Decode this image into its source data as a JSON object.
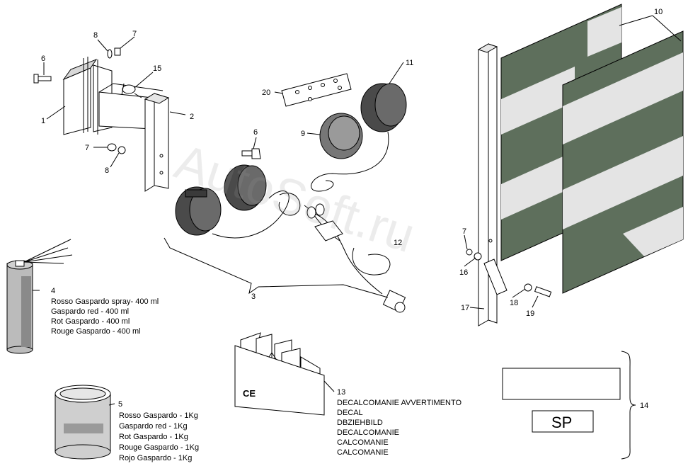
{
  "callouts": {
    "c1": "1",
    "c2": "2",
    "c3": "3",
    "c4": "4",
    "c5": "5",
    "c6a": "6",
    "c6b": "6",
    "c7a": "7",
    "c7b": "7",
    "c7c": "7",
    "c8a": "8",
    "c8b": "8",
    "c9": "9",
    "c10": "10",
    "c11": "11",
    "c12": "12",
    "c13": "13",
    "c14": "14",
    "c15": "15",
    "c16": "16",
    "c17": "17",
    "c18": "18",
    "c19": "19",
    "c20": "20"
  },
  "spray": {
    "lines": [
      "Rosso Gaspardo spray- 400 ml",
      "Gaspardo red - 400 ml",
      "Rot Gaspardo - 400 ml",
      "Rouge Gaspardo - 400 ml"
    ]
  },
  "paint": {
    "lines": [
      "Rosso Gaspardo - 1Kg",
      "Gaspardo red - 1Kg",
      "Rot Gaspardo - 1Kg",
      "Rouge Gaspardo - 1Kg",
      "Rojo Gaspardo - 1Kg"
    ]
  },
  "decals": {
    "ce_mark": "CE",
    "lines": [
      "DECALCOMANIE AVVERTIMENTO",
      "DECAL",
      "DBZIEHBILD",
      "DECALCOMANIE",
      "CALCOMANIE",
      "CALCOMANIE"
    ]
  },
  "plate": {
    "sp_label": "SP"
  },
  "watermark": {
    "text": "AutoSoft.ru"
  },
  "colors": {
    "panel_green": "#5e6f5c",
    "panel_stripe": "#e4e4e4",
    "lamp_dark": "#4a4a4a"
  }
}
